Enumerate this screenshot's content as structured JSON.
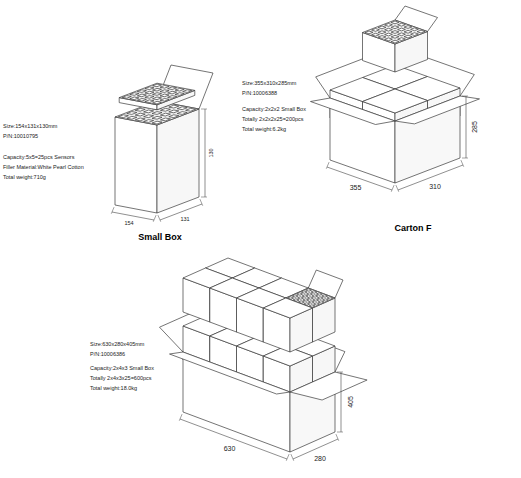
{
  "diagram": {
    "labels": [
      "Size:154x131x130mm",
      "P/N:10010795",
      "Capacity:5x5=25pcs Sensors",
      "Filler Material:White Pearl Cotton",
      "Total weight:710g",
      "130",
      "154",
      "131",
      "Small Box",
      "Size:355x310x285mm",
      "P/N:10006388",
      "Capacity:2x2x2 Small Box",
      "Totally 2x2x2x25=200pcs",
      "Total weight:6.2kg",
      "285",
      "355",
      "310",
      "Carton F",
      "Size:630x280x405mm",
      "P/N:10006386",
      "Capacity:2x4x3 Small Box",
      "Totally 2x4x3x25=600pcs",
      "Total weight:18.0kg",
      "405",
      "630",
      "280"
    ]
  }
}
